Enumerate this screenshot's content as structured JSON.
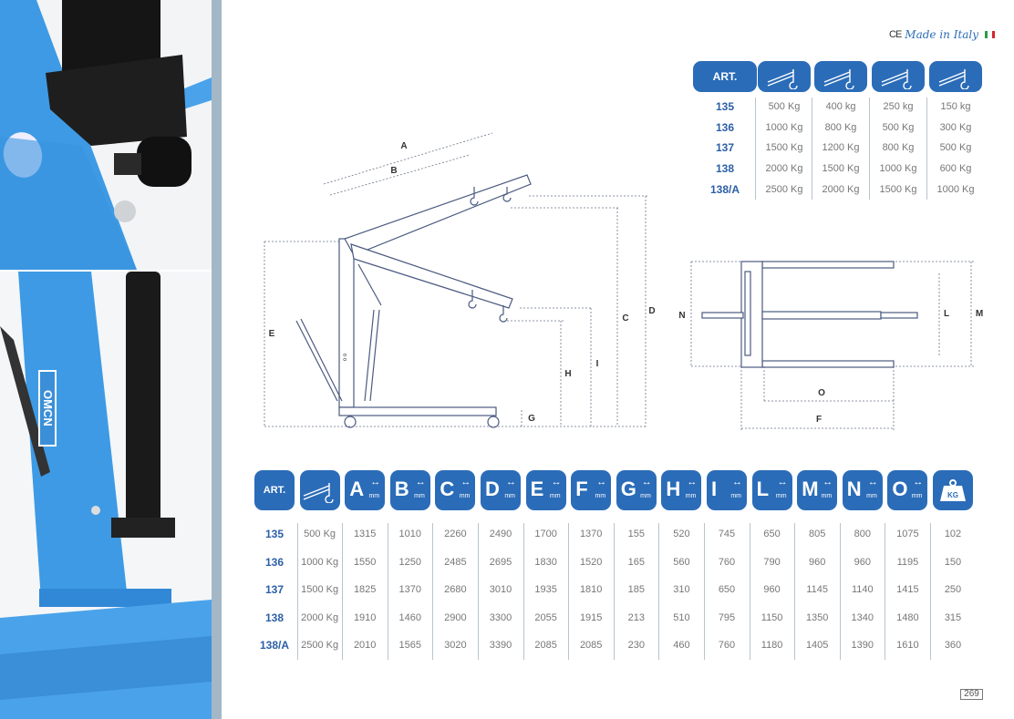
{
  "logo": {
    "ce": "CE",
    "made_in": "Made in Italy"
  },
  "photo": {
    "brand_label": "OMCN"
  },
  "capacity_table": {
    "header": "ART.",
    "column_icons": [
      "boom-position-1-icon",
      "boom-position-2-icon",
      "boom-position-3-icon",
      "boom-position-4-icon"
    ],
    "rows": [
      {
        "art": "135",
        "values": [
          "500 Kg",
          "400 kg",
          "250 kg",
          "150 kg"
        ]
      },
      {
        "art": "136",
        "values": [
          "1000 Kg",
          "800 Kg",
          "500 Kg",
          "300 Kg"
        ]
      },
      {
        "art": "137",
        "values": [
          "1500 Kg",
          "1200 Kg",
          "800 Kg",
          "500 Kg"
        ]
      },
      {
        "art": "138",
        "values": [
          "2000 Kg",
          "1500 Kg",
          "1000 Kg",
          "600 Kg"
        ]
      },
      {
        "art": "138/A",
        "values": [
          "2500 Kg",
          "2000 Kg",
          "1500 Kg",
          "1000 Kg"
        ]
      }
    ]
  },
  "diagram": {
    "labels": {
      "A": "A",
      "B": "B",
      "C": "C",
      "D": "D",
      "E": "E",
      "G": "G",
      "H": "H",
      "I": "I",
      "N": "N",
      "L": "L",
      "M": "M",
      "O": "O",
      "F": "F",
      "mast_mark": "o o"
    }
  },
  "dimension_table": {
    "header": "ART.",
    "unit": "mm",
    "weight_label": "KG",
    "dims": [
      "A",
      "B",
      "C",
      "D",
      "E",
      "F",
      "G",
      "H",
      "I",
      "L",
      "M",
      "N",
      "O"
    ],
    "rows": [
      {
        "art": "135",
        "values": [
          "500 Kg",
          "1315",
          "1010",
          "2260",
          "2490",
          "1700",
          "1370",
          "155",
          "520",
          "745",
          "650",
          "805",
          "800",
          "1075",
          "102"
        ]
      },
      {
        "art": "136",
        "values": [
          "1000 Kg",
          "1550",
          "1250",
          "2485",
          "2695",
          "1830",
          "1520",
          "165",
          "560",
          "760",
          "790",
          "960",
          "960",
          "1195",
          "150"
        ]
      },
      {
        "art": "137",
        "values": [
          "1500 Kg",
          "1825",
          "1370",
          "2680",
          "3010",
          "1935",
          "1810",
          "185",
          "310",
          "650",
          "960",
          "1145",
          "1140",
          "1415",
          "250"
        ]
      },
      {
        "art": "138",
        "values": [
          "2000 Kg",
          "1910",
          "1460",
          "2900",
          "3300",
          "2055",
          "1915",
          "213",
          "510",
          "795",
          "1150",
          "1350",
          "1340",
          "1480",
          "315"
        ]
      },
      {
        "art": "138/A",
        "values": [
          "2500 Kg",
          "2010",
          "1565",
          "3020",
          "3390",
          "2085",
          "2085",
          "230",
          "460",
          "760",
          "1180",
          "1405",
          "1390",
          "1610",
          "360"
        ]
      }
    ]
  },
  "page_number": "269",
  "colors": {
    "brand_blue": "#2b6cb8",
    "crane_blue": "#3f9be0"
  }
}
